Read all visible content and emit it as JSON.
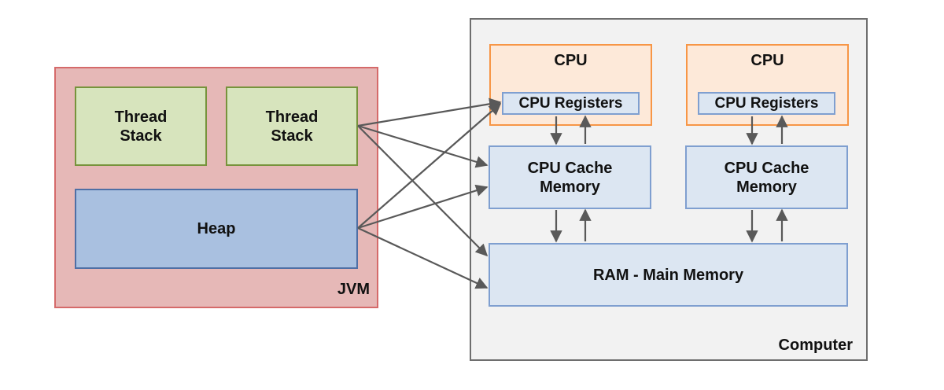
{
  "jvm": {
    "label": "JVM",
    "thread_stack_1": "Thread\nStack",
    "thread_stack_2": "Thread\nStack",
    "heap": "Heap"
  },
  "computer": {
    "label": "Computer",
    "cpu_1": {
      "title": "CPU",
      "registers": "CPU Registers",
      "cache": "CPU Cache\nMemory"
    },
    "cpu_2": {
      "title": "CPU",
      "registers": "CPU Registers",
      "cache": "CPU Cache\nMemory"
    },
    "ram": "RAM - Main Memory"
  },
  "colors": {
    "jvm_fill": "#e6b8b7",
    "thread_stack_fill": "#d7e4bd",
    "heap_fill": "#a9c0e0",
    "cpu_fill": "#fde9d9",
    "memory_fill": "#dce6f2",
    "arrow": "#595959"
  }
}
